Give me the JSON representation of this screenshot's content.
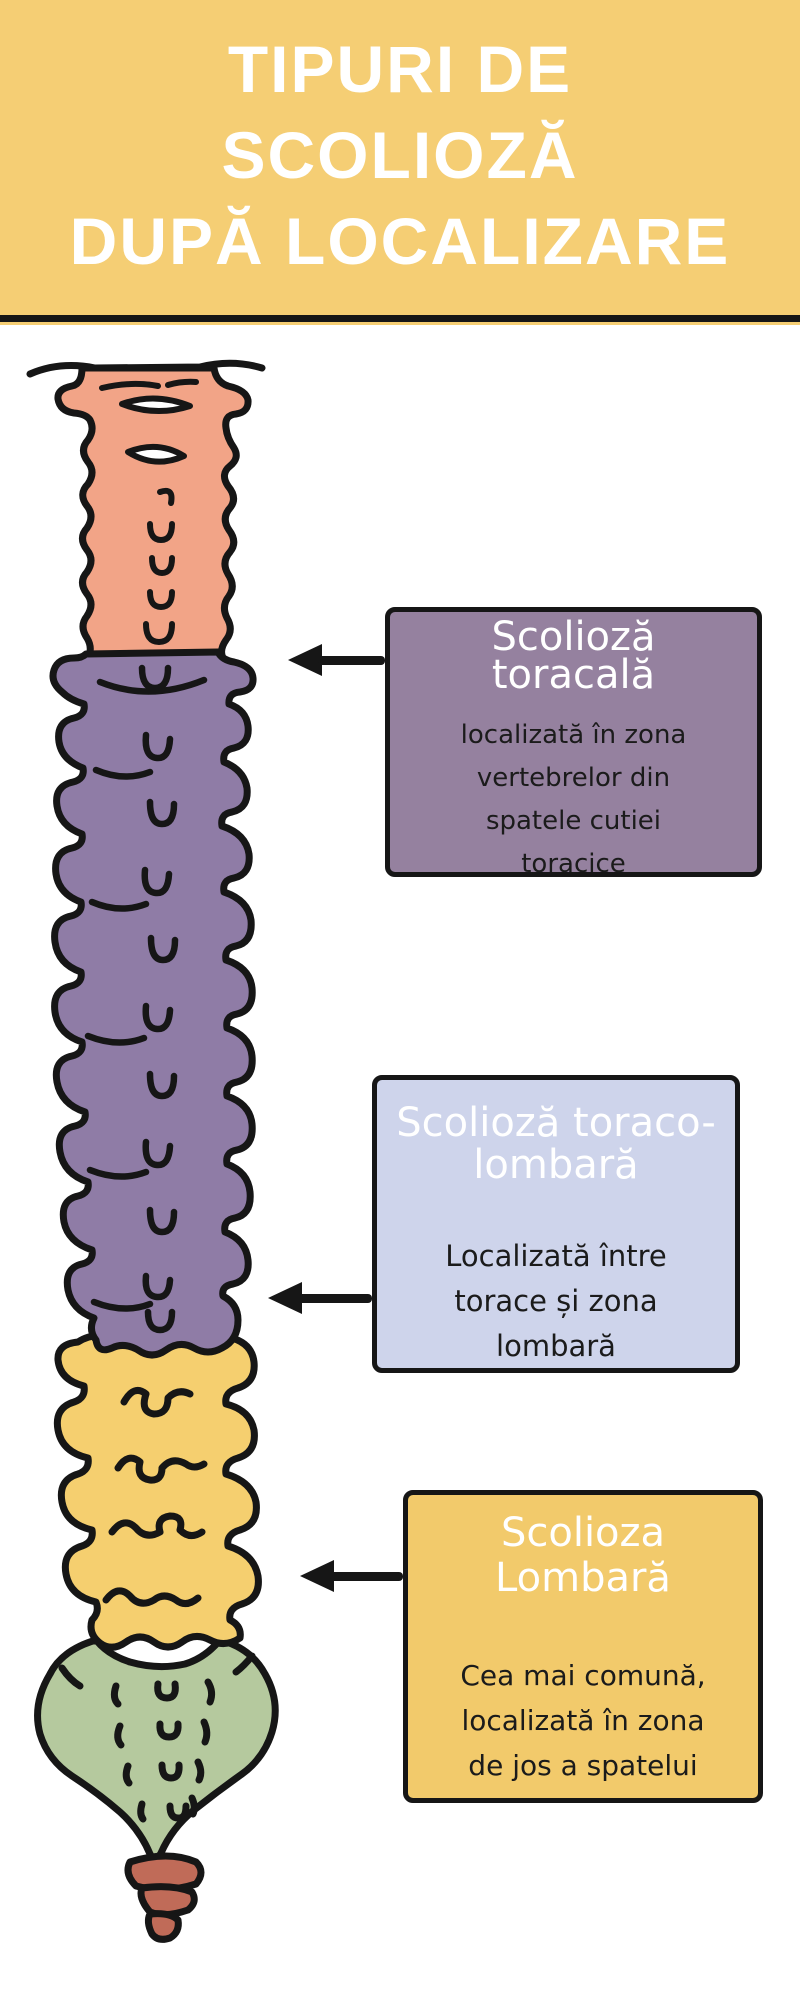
{
  "header": {
    "title": "TIPURI DE\nSCOLIOZĂ\nDUPĂ LOCALIZARE",
    "bg_color": "#F5CE74",
    "text_color": "#FFFFFF"
  },
  "divider": {
    "line_color": "#161616",
    "sliver_color": "#F5CE74"
  },
  "spine": {
    "outline_color": "#161616",
    "segments": [
      {
        "id": "cervical",
        "label": "upper spine (cervical/upper thoracic)",
        "color": "#F2A487"
      },
      {
        "id": "thoracic",
        "label": "thoracic spine",
        "color": "#8F7CA6"
      },
      {
        "id": "lumbar",
        "label": "lumbar spine",
        "color": "#F5CF6F"
      },
      {
        "id": "sacrum",
        "label": "sacrum",
        "color": "#B5C99E"
      },
      {
        "id": "coccyx",
        "label": "coccyx",
        "color": "#C06B58"
      }
    ]
  },
  "callouts": [
    {
      "heading": "Scolioză\ntoracală",
      "body": "localizată în zona\nvertebrelor din\nspatele cutiei\ntoracice",
      "bg": "#95819F",
      "heading_color": "#FFFFFF",
      "body_color": "#1B1B1B"
    },
    {
      "heading": "Scolioză toraco-\nlombară",
      "body": "Localizată între\ntorace și zona\nlombară",
      "bg": "#CED4EB",
      "heading_color": "#FFFFFF",
      "body_color": "#1B1B1B"
    },
    {
      "heading": "Scolioza\nLombară",
      "body": "Cea mai comună,\nlocalizată în zona\nde jos a spatelui",
      "bg": "#F2CA6B",
      "heading_color": "#FFFFFF",
      "body_color": "#1B1B1B"
    }
  ],
  "arrow_color": "#161616"
}
